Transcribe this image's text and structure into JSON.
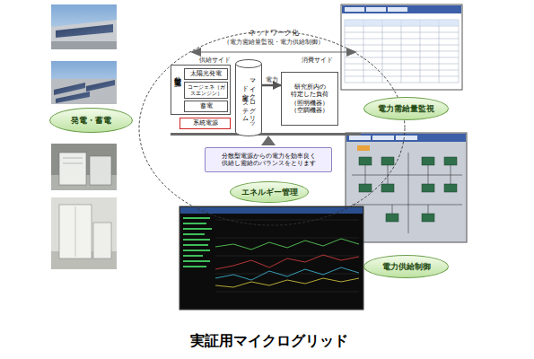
{
  "diagram": {
    "caption": "実証用マイクログリッド",
    "nodes": [
      {
        "text": [
          "発電・蓄電"
        ]
      },
      {
        "text": [
          "電力需給量監視"
        ]
      },
      {
        "text": [
          "エネルギー管理"
        ]
      },
      {
        "text": [
          "電力供給制御"
        ]
      },
      {
        "text": [
          "分散型電源"
        ]
      },
      {
        "text": [
          "太陽光発電"
        ],
        "in": 4
      },
      {
        "text": [
          "コージェネ（ガスエンジン）"
        ],
        "in": 4
      },
      {
        "text": [
          "蓄電"
        ],
        "in": 4
      },
      {
        "text": [
          "系統電源"
        ]
      },
      {
        "text": [
          "マイクログリッド 実証システム"
        ]
      },
      {
        "text": [
          "研究所内の 特定した負荷",
          "（照明機器） （空調機器）"
        ]
      },
      {
        "text": [
          "分散型電源からの電力を効率良く 供給し需給のバランスをとります"
        ]
      }
    ],
    "edges": [
      {
        "from": 9,
        "to": 10,
        "label": "電力",
        "arrow": "to"
      }
    ],
    "labels": [
      "ネットワーク化",
      "（電力需給量監視・電力供給制御）",
      "供給サイド",
      "消費サイド"
    ]
  }
}
